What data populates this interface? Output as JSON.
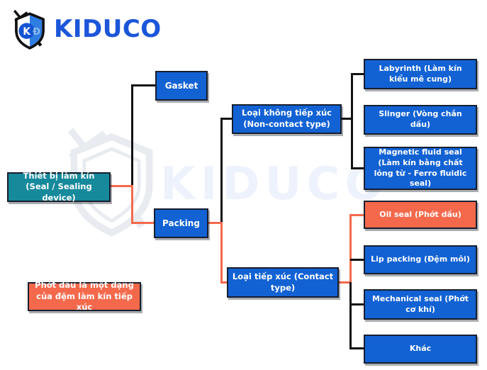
{
  "brand": {
    "name": "KIDUCO"
  },
  "watermark": {
    "text": "KIDUCO"
  },
  "colors": {
    "node_blue": "#1262D4",
    "node_teal": "#16899B",
    "node_orange": "#F4694C",
    "connector_black": "#121212",
    "connector_orange": "#F4694C",
    "logo_blue": "#1B56D9",
    "text_white": "#FFFFFF"
  },
  "nodes": {
    "root": {
      "label": "Thiết bị làm kín (Seal / Sealing device)"
    },
    "gasket": {
      "label": "Gasket"
    },
    "packing": {
      "label": "Packing"
    },
    "noncontact": {
      "label": "Loại không tiếp xúc (Non-contact type)"
    },
    "contact": {
      "label": "Loại tiếp xúc (Contact type)"
    },
    "labyrinth": {
      "label": "Labyrinth (Làm kín kiểu mê cung)"
    },
    "slinger": {
      "label": "Slinger (Vòng chắn dầu)"
    },
    "magnetic": {
      "label": "Magnetic fluid seal (Làm kín bằng chất lỏng từ - Ferro fluidic seal)"
    },
    "oil_seal": {
      "label": "Oil seal (Phớt dầu)"
    },
    "lip_packing": {
      "label": "Lip packing (Đệm môi)"
    },
    "mechanical": {
      "label": "Mechanical seal (Phớt cơ khí)"
    },
    "other": {
      "label": "Khác"
    }
  },
  "note": {
    "label": "Phớt dầu là một dạng của đệm làm kín tiếp xúc"
  }
}
